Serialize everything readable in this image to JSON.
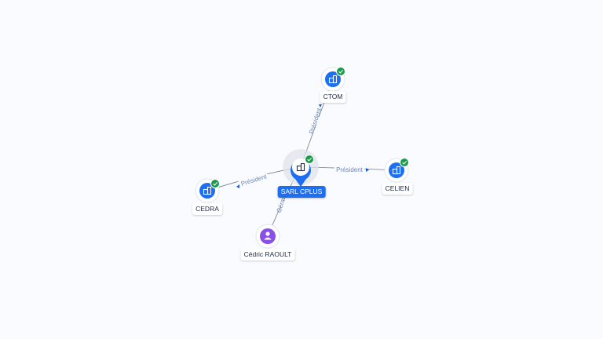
{
  "colors": {
    "edge": "#6f7b8d",
    "edge_label": "#6f87b8",
    "company": "#1d6ef0",
    "person": "#8a4fe8",
    "verified": "#1a9a4b"
  },
  "nodes": {
    "center": {
      "label": "SARL CPLUS",
      "icon": "building-icon",
      "verified": true
    },
    "ctom": {
      "label": "CTOM",
      "icon": "building-icon",
      "verified": true
    },
    "celien": {
      "label": "CELIEN",
      "icon": "building-icon",
      "verified": true
    },
    "cedra": {
      "label": "CEDRA",
      "icon": "building-icon",
      "verified": true
    },
    "cedric": {
      "label": "Cédric RAOULT",
      "icon": "person-icon",
      "verified": false
    }
  },
  "edges": {
    "ctom": {
      "label": "Président"
    },
    "celien": {
      "label": "Président"
    },
    "cedra": {
      "label": "Président"
    },
    "cedric": {
      "label": "Gérant"
    }
  }
}
